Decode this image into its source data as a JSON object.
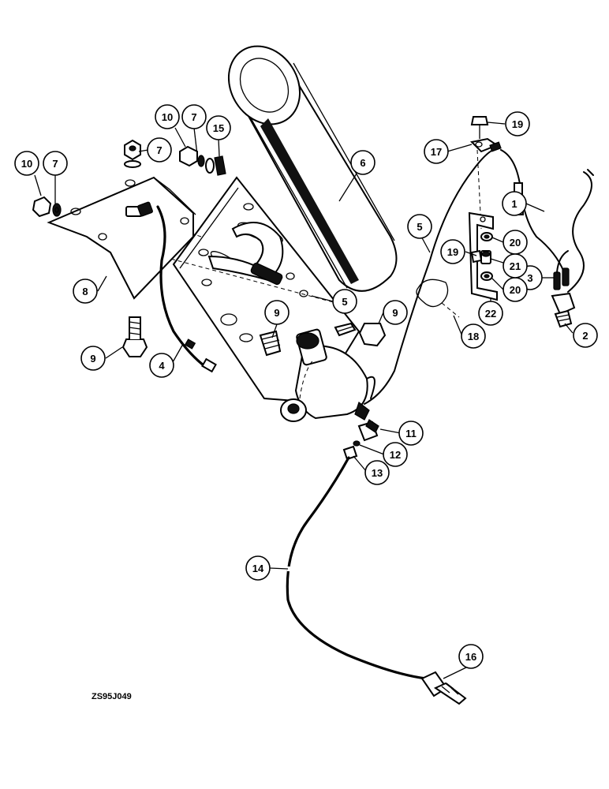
{
  "figure_code": "ZS95J049",
  "callouts": [
    {
      "label": "1"
    },
    {
      "label": "2"
    },
    {
      "label": "3"
    },
    {
      "label": "4"
    },
    {
      "label": "5"
    },
    {
      "label": "5"
    },
    {
      "label": "6"
    },
    {
      "label": "7"
    },
    {
      "label": "7"
    },
    {
      "label": "7"
    },
    {
      "label": "8"
    },
    {
      "label": "9"
    },
    {
      "label": "9"
    },
    {
      "label": "9"
    },
    {
      "label": "10"
    },
    {
      "label": "10"
    },
    {
      "label": "11"
    },
    {
      "label": "12"
    },
    {
      "label": "13"
    },
    {
      "label": "14"
    },
    {
      "label": "15"
    },
    {
      "label": "16"
    },
    {
      "label": "17"
    },
    {
      "label": "18"
    },
    {
      "label": "19"
    },
    {
      "label": "19"
    },
    {
      "label": "20"
    },
    {
      "label": "20"
    },
    {
      "label": "21"
    },
    {
      "label": "22"
    }
  ]
}
